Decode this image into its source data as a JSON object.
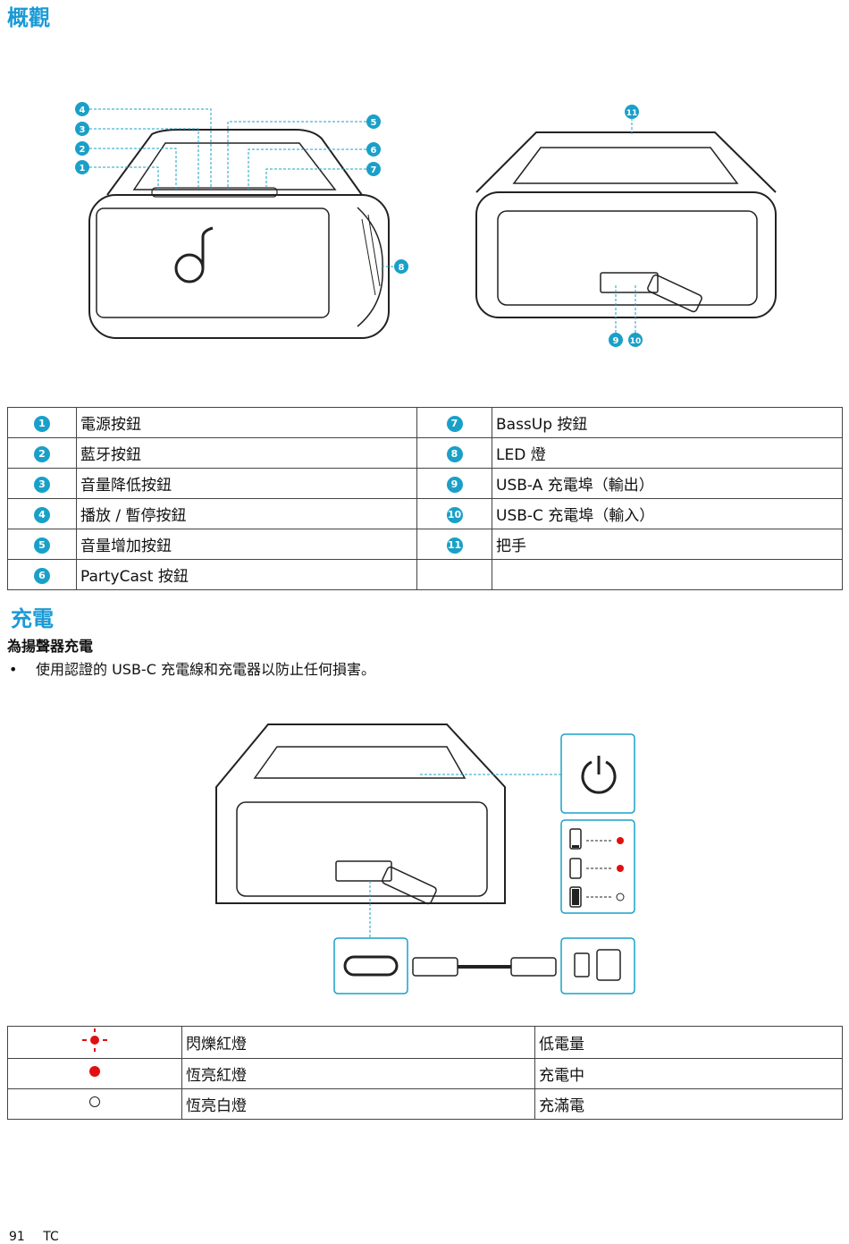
{
  "section_overview": {
    "title": "概觀"
  },
  "parts_table": [
    {
      "left_num": "1",
      "left_label": "電源按鈕",
      "right_num": "7",
      "right_label": "BassUp 按鈕"
    },
    {
      "left_num": "2",
      "left_label": " 藍牙按鈕",
      "right_num": "8",
      "right_label": "LED 燈"
    },
    {
      "left_num": "3",
      "left_label": "音量降低按鈕",
      "right_num": "9",
      "right_label": "USB-A 充電埠（輸出）"
    },
    {
      "left_num": "4",
      "left_label": "播放 / 暫停按鈕",
      "right_num": "10",
      "right_label": "USB-C 充電埠（輸入）"
    },
    {
      "left_num": "5",
      "left_label": " 音量增加按鈕",
      "right_num": "11",
      "right_label": "把手"
    },
    {
      "left_num": "6",
      "left_label": "PartyCast 按鈕",
      "right_num": "",
      "right_label": ""
    }
  ],
  "diagram_callouts": [
    "1",
    "2",
    "3",
    "4",
    "5",
    "6",
    "7",
    "8",
    "9",
    "10",
    "11"
  ],
  "section_charging": {
    "title": "充電",
    "subtitle": "為揚聲器充電",
    "bullet": "使用認證的 USB-C 充電線和充電器以防止任何損害。"
  },
  "led_table": [
    {
      "icon": "blinking-red-dot-icon",
      "state": "閃爍紅燈",
      "meaning": "低電量"
    },
    {
      "icon": "solid-red-dot-icon",
      "state": "恆亮紅燈",
      "meaning": "充電中"
    },
    {
      "icon": "white-circle-icon",
      "state": "恆亮白燈",
      "meaning": "充滿電"
    }
  ],
  "colors": {
    "accent": "#1a9ad6",
    "callout": "#1aa0c8",
    "led_red": "#e01010"
  },
  "footer": {
    "page_number": "91",
    "language": "TC"
  }
}
